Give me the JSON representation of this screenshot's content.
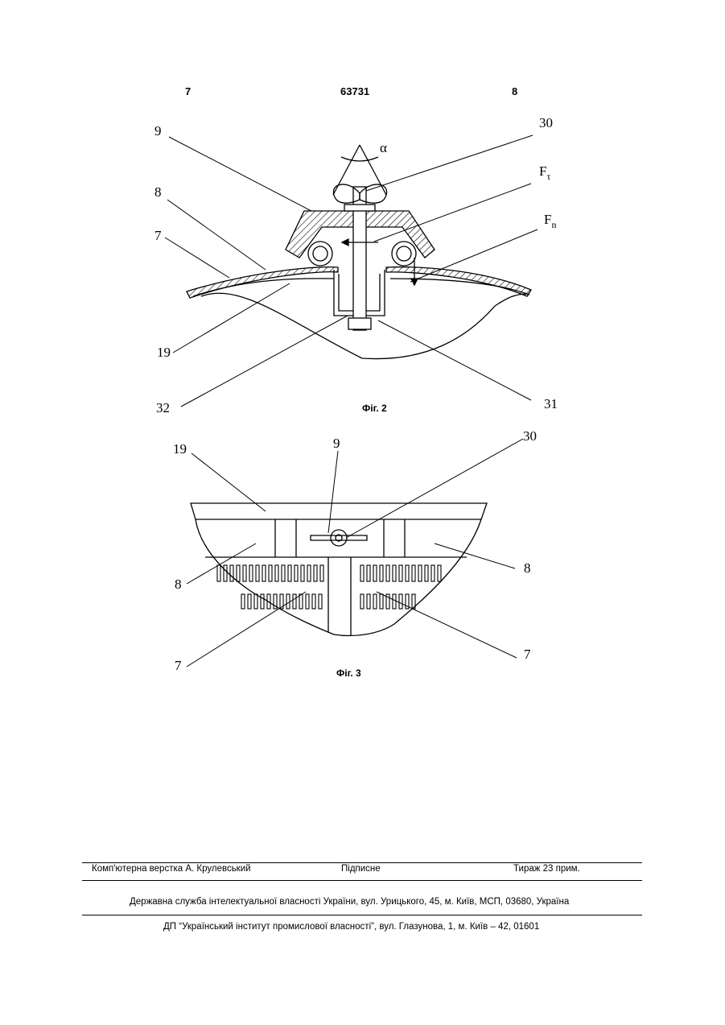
{
  "header": {
    "left_page": "7",
    "patent_number": "63731",
    "right_page": "8"
  },
  "figure2": {
    "caption": "Фіг. 2",
    "labels": {
      "l9": "9",
      "l8": "8",
      "l7": "7",
      "l19": "19",
      "l32": "32",
      "l30": "30",
      "l31": "31",
      "alpha": "α",
      "f_tau": "F",
      "f_tau_sub": "τ",
      "f_n": "F",
      "f_n_sub": "n"
    }
  },
  "figure3": {
    "caption": "Фіг. 3",
    "labels": {
      "l19": "19",
      "l9": "9",
      "l30": "30",
      "l8_left": "8",
      "l8_right": "8",
      "l7_left": "7",
      "l7_right": "7"
    }
  },
  "footer": {
    "layout": "Комп'ютерна верстка А. Крулевський",
    "signed": "Підписне",
    "circulation": "Тираж 23 прим.",
    "agency": "Державна служба інтелектуальної власності України, вул. Урицького, 45, м. Київ, МСП, 03680, Україна",
    "institute": "ДП “Український інститут промислової власності”, вул. Глазунова, 1, м. Київ – 42, 01601"
  }
}
